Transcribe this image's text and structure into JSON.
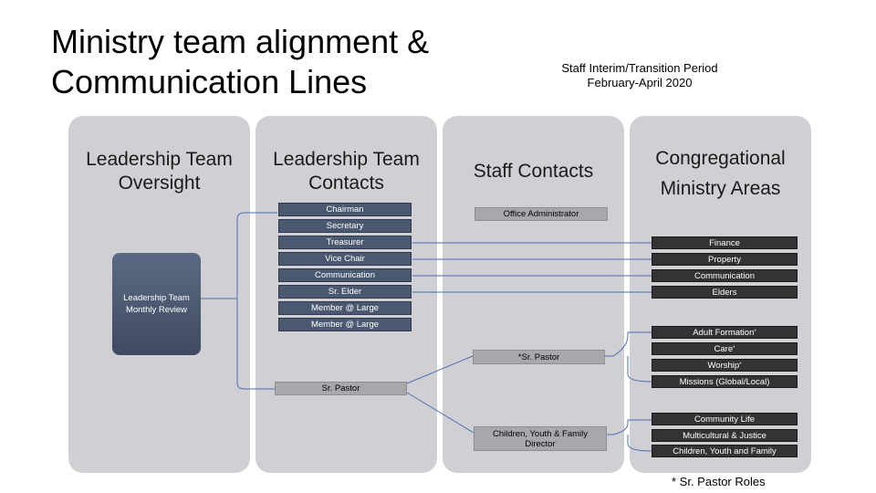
{
  "title": {
    "line1": "Ministry team alignment &",
    "line2": "Communication Lines"
  },
  "subtitle": {
    "line1": "Staff Interim/Transition Period",
    "line2": "February-April 2020"
  },
  "columns": {
    "oversight": {
      "line1": "Leadership Team",
      "line2": "Oversight"
    },
    "contacts": {
      "line1": "Leadership Team",
      "line2": "Contacts"
    },
    "staff": {
      "line1": "Staff Contacts"
    },
    "areas": {
      "line1": "Congregational",
      "line2": "Ministry Areas"
    }
  },
  "monthly_review": {
    "line1": "Leadership Team",
    "line2": "Monthly Review"
  },
  "leadership_contacts": [
    "Chairman",
    "Secretary",
    "Treasurer",
    "Vice Chair",
    "Communication",
    "Sr. Elder",
    "Member @ Large",
    "Member @ Large"
  ],
  "sr_pastor_contact": "Sr. Pastor",
  "staff_contacts": {
    "office_admin": "Office Administrator",
    "sr_pastor": "*Sr. Pastor",
    "cyf_director": {
      "line1": "Children, Youth  & Family",
      "line2": "Director"
    }
  },
  "ministry_areas": {
    "group1": [
      "Finance",
      "Property",
      "Communication",
      "Elders"
    ],
    "group2": [
      {
        "label": "Adult Formation",
        "mark": "*"
      },
      {
        "label": "Care",
        "mark": "*"
      },
      {
        "label": "Worship",
        "mark": "*"
      },
      {
        "label": "Missions (Global/Local)",
        "mark": ""
      }
    ],
    "group3": [
      "Community Life",
      "Multicultural & Justice",
      "Children, Youth and Family"
    ]
  },
  "footnote": "* Sr. Pastor Roles",
  "colors": {
    "panel": "#d0d0d4",
    "blue_box": "#4a5870",
    "dark_box": "#333333",
    "grey_box": "#a8a8ac",
    "line": "#4a6fb0"
  }
}
